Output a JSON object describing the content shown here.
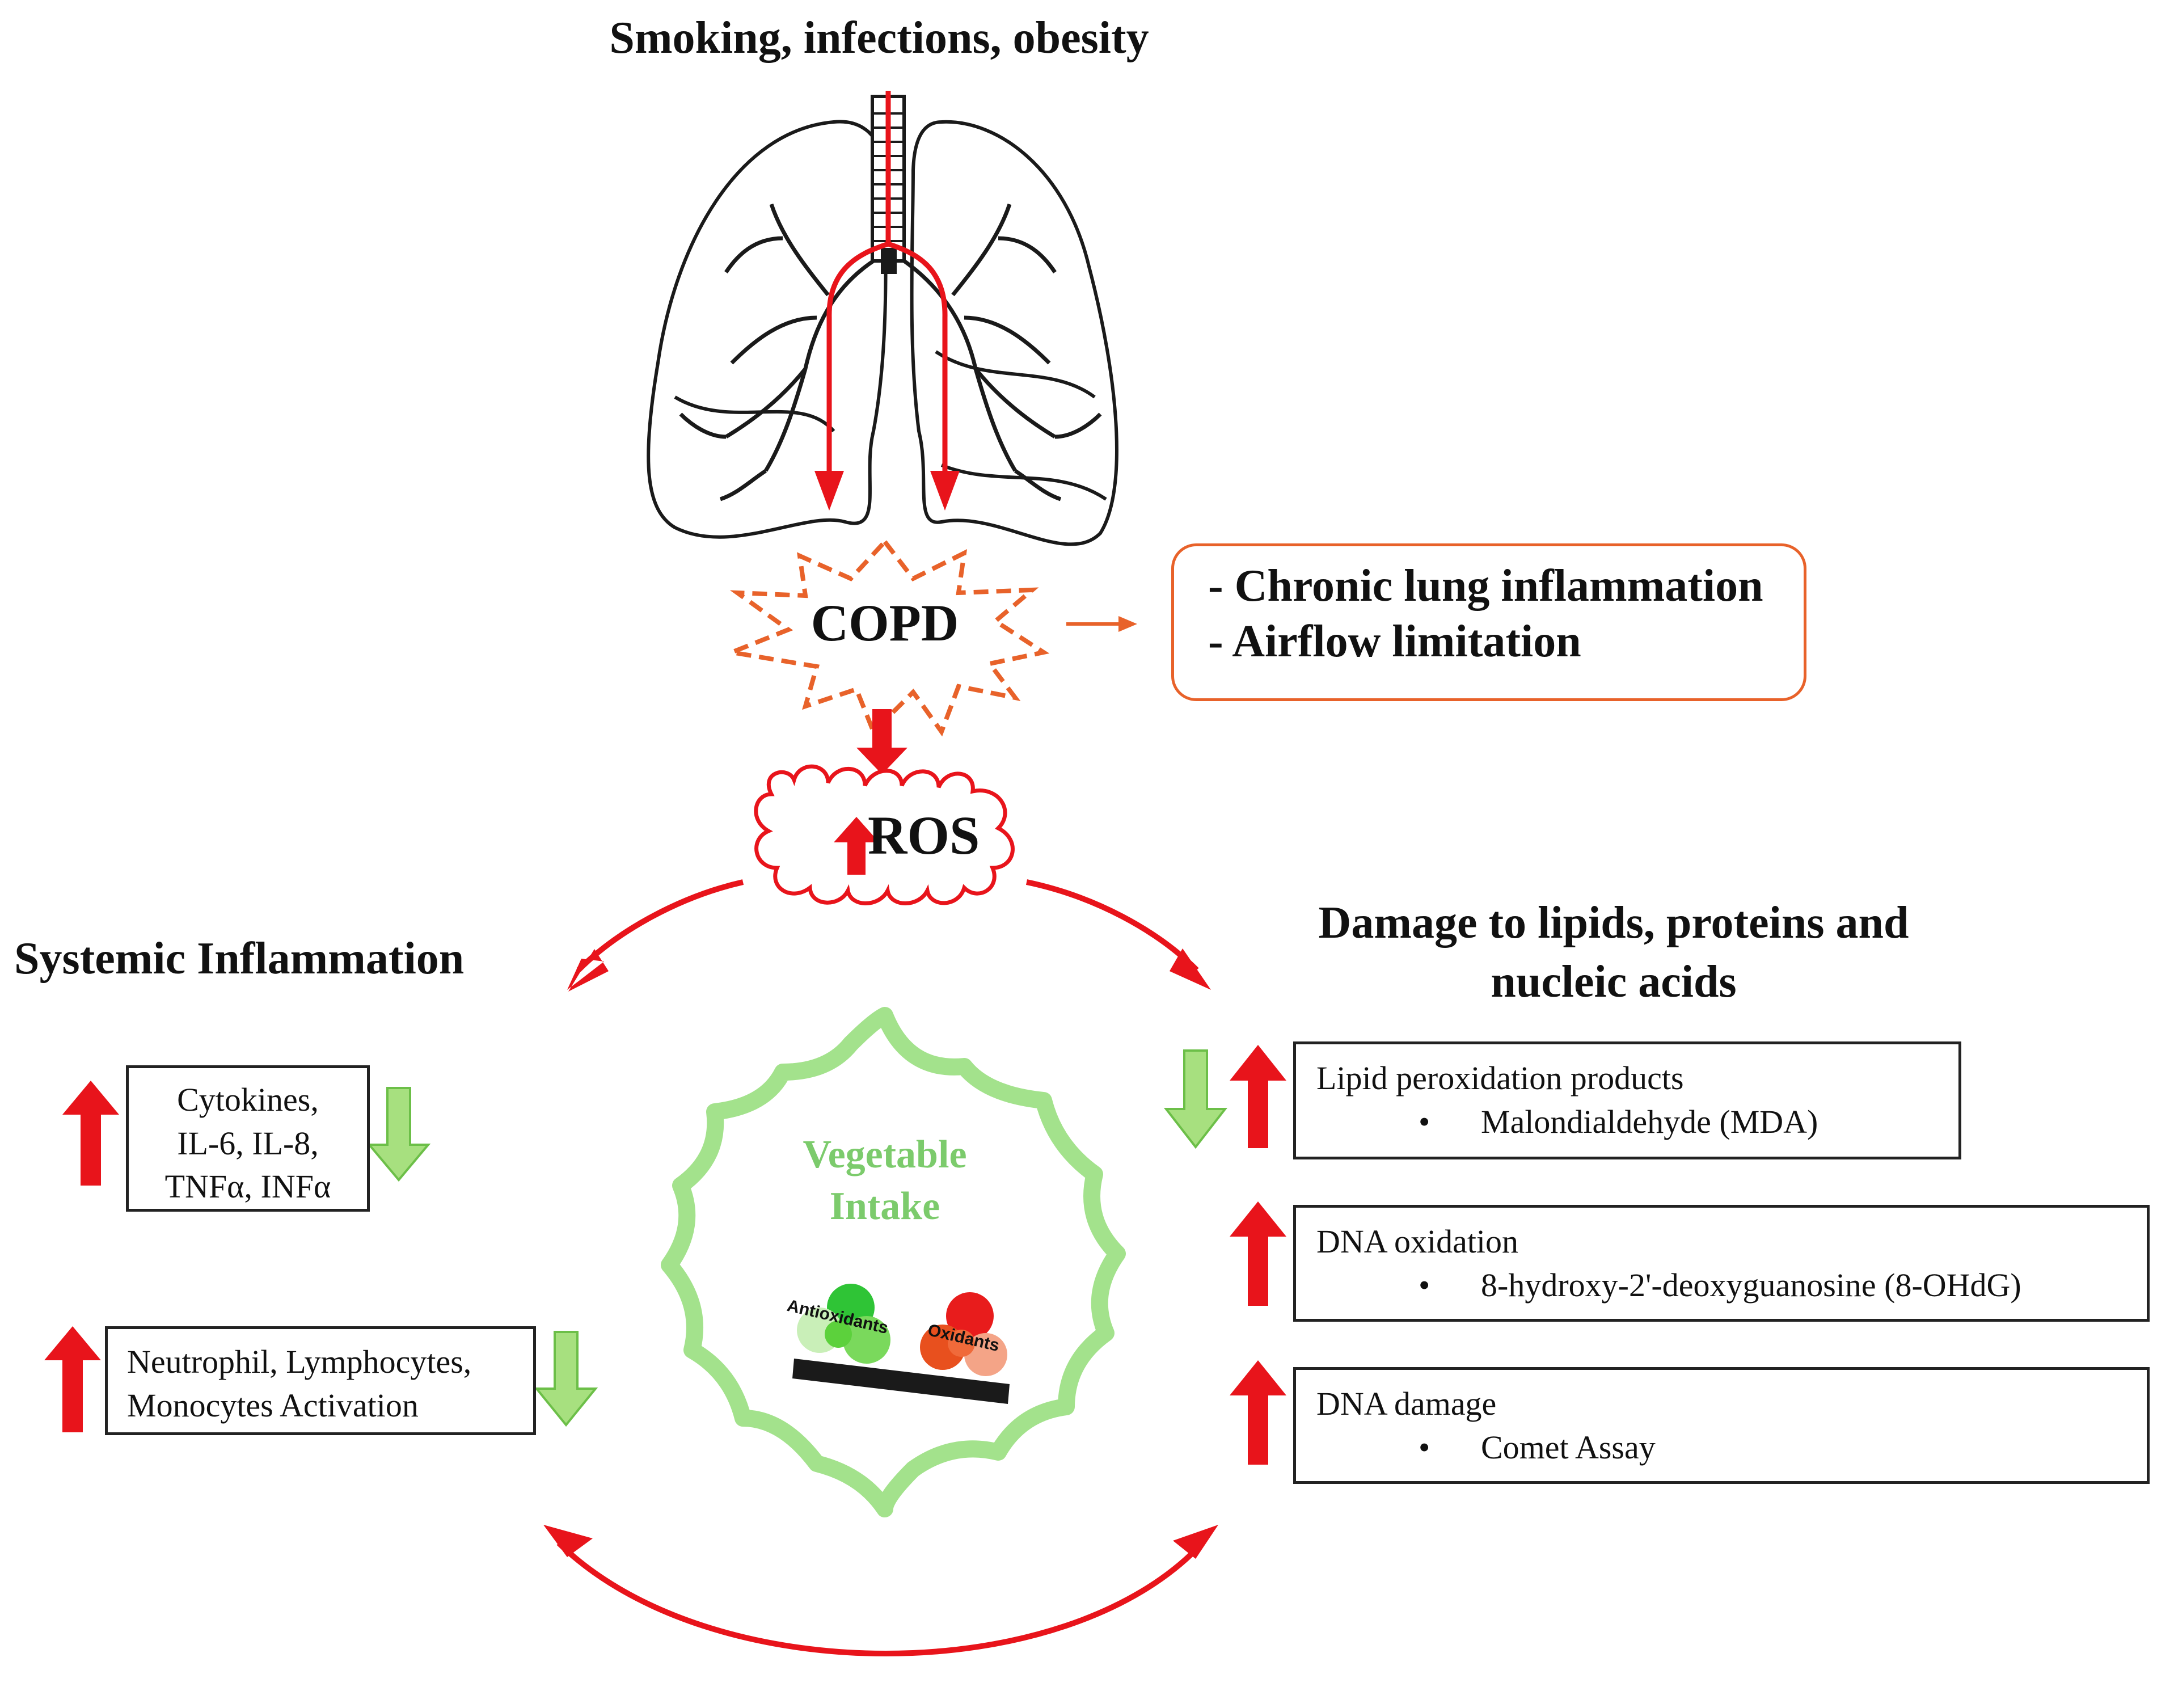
{
  "top_title": "Smoking, infections, obesity",
  "copd": {
    "label": "COPD"
  },
  "copd_effects": {
    "line1": "- Chronic lung inflammation",
    "line2": "- Airflow limitation"
  },
  "ros": {
    "label": "ROS"
  },
  "left_heading": "Systemic Inflammation",
  "right_heading": {
    "line1": "Damage to lipids, proteins and",
    "line2": "nucleic acids"
  },
  "left_boxes": {
    "cytokines": {
      "line1": "Cytokines,",
      "line2": "IL-6, IL-8,",
      "line3": "TNFα, INFα"
    },
    "cells": {
      "line1": "Neutrophil, Lymphocytes,",
      "line2": "Monocytes Activation"
    }
  },
  "center": {
    "line1": "Vegetable",
    "line2": "Intake",
    "antioxidants": "Antioxidants",
    "oxidants": "Oxidants"
  },
  "right_boxes": {
    "lipid": {
      "title": "Lipid peroxidation  products",
      "bullet": "Malondialdehyde  (MDA)"
    },
    "dna_ox": {
      "title": "DNA oxidation",
      "bullet": "8-hydroxy-2'-deoxyguanosine  (8-OHdG)"
    },
    "dna_damage": {
      "title": "DNA damage",
      "bullet": "Comet Assay"
    }
  },
  "colors": {
    "arrow_red": "#e8141b",
    "arrow_green": "#8fd65e",
    "orange": "#e8622a",
    "veg_green": "#7ccb6c"
  }
}
